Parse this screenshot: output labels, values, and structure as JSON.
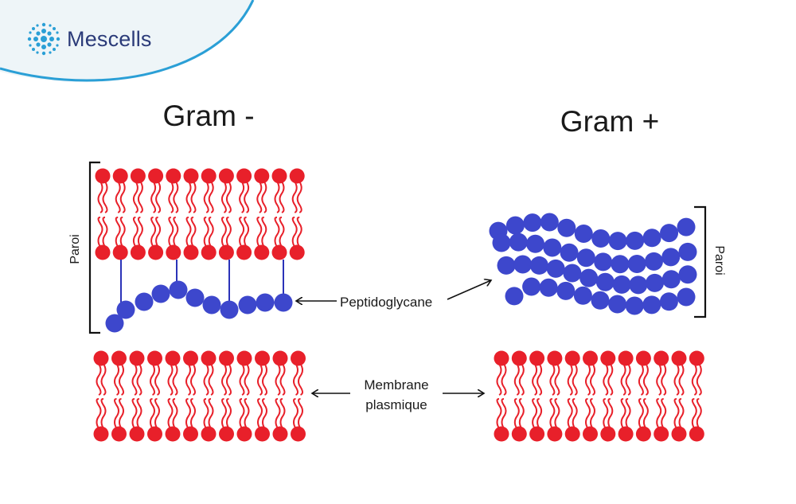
{
  "brand": {
    "name": "Mescells",
    "logo_icon": "cell-cluster-icon",
    "colors": {
      "text": "#2b3b79",
      "logo": "#2a9fd6",
      "swoosh": "#2a9fd6",
      "header_bg": "#eef5f8"
    }
  },
  "diagram": {
    "gram_negative": {
      "title": "Gram -",
      "wall_label": "Paroi"
    },
    "gram_positive": {
      "title": "Gram +",
      "wall_label": "Paroi"
    },
    "labels": {
      "peptidoglycan": "Peptidoglycane",
      "membrane_line1": "Membrane",
      "membrane_line2": "plasmique"
    },
    "colors": {
      "lipid": "#e8202a",
      "peptidoglycan": "#3d47cc",
      "linker": "#2b33b8",
      "text": "#1a1a1a",
      "bracket": "#111111"
    }
  }
}
